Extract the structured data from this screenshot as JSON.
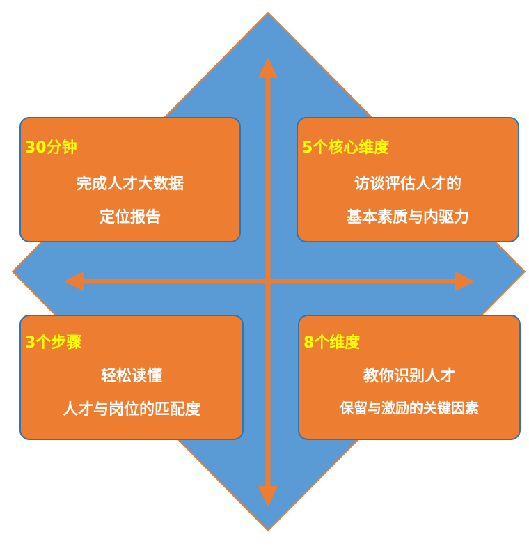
{
  "colors": {
    "background": "#ffffff",
    "diamond_fill": "#5b9bd5",
    "diamond_stroke": "#ed7d31",
    "arrow": "#ed7d31",
    "card_fill": "#ed7d31",
    "card_border": "#2e75b6",
    "heading_text": "#ffff00",
    "body_text": "#ffffff"
  },
  "cards": [
    {
      "position": "top-left",
      "heading": "30分钟",
      "lines": [
        "完成人才大数据",
        "定位报告"
      ]
    },
    {
      "position": "top-right",
      "heading": "5个核心维度",
      "lines": [
        "访谈评估人才的",
        "基本素质与内驱力"
      ]
    },
    {
      "position": "bottom-left",
      "heading": "3个步骤",
      "lines": [
        "轻松读懂",
        "人才与岗位的匹配度"
      ]
    },
    {
      "position": "bottom-right",
      "heading": "8个维度",
      "lines": [
        "教你识别人才",
        "保留与激励的关键因素"
      ]
    }
  ]
}
